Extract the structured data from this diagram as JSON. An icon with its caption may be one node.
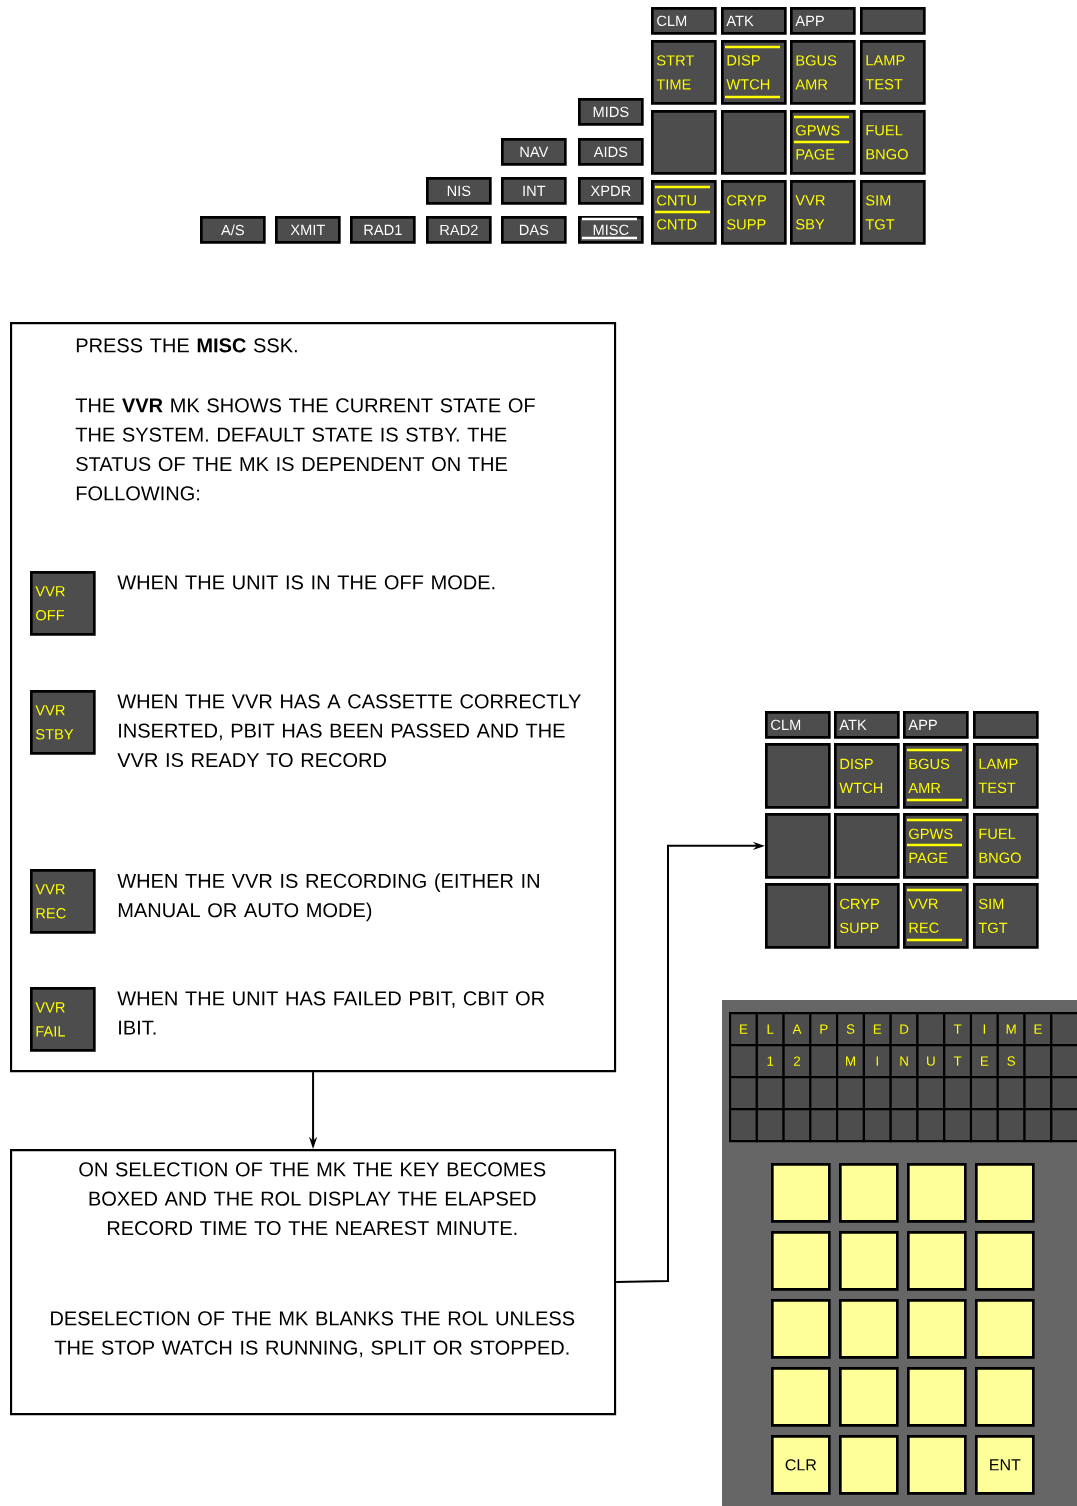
{
  "diagram": {
    "nodes": [
      {
        "text": [
          "CLM"
        ]
      },
      {
        "text": [
          "ATK"
        ]
      },
      {
        "text": [
          "APP"
        ]
      },
      {
        "text": [],
        "shape": "box"
      },
      {
        "text": [
          "STRT TIME"
        ]
      },
      {
        "text": [
          "DISP WTCH"
        ]
      },
      {
        "text": [
          "BGUS AMR"
        ]
      },
      {
        "text": [
          "LAMP TEST"
        ]
      },
      {
        "text": [],
        "shape": "box"
      },
      {
        "text": [],
        "shape": "box"
      },
      {
        "text": [
          "GPWS PAGE"
        ]
      },
      {
        "text": [
          "FUEL BNGO"
        ]
      },
      {
        "text": [
          "CNTU CNTD"
        ]
      },
      {
        "text": [
          "CRYP SUPP"
        ]
      },
      {
        "text": [
          "VVR SBY"
        ]
      },
      {
        "text": [
          "SIM TGT"
        ]
      },
      {
        "text": [
          "MIDS"
        ]
      },
      {
        "text": [
          "NAV"
        ]
      },
      {
        "text": [
          "AIDS"
        ]
      },
      {
        "text": [
          "NIS"
        ]
      },
      {
        "text": [
          "INT"
        ]
      },
      {
        "text": [
          "XPDR"
        ]
      },
      {
        "text": [
          "A/S"
        ]
      },
      {
        "text": [
          "XMIT"
        ]
      },
      {
        "text": [
          "RAD1"
        ]
      },
      {
        "text": [
          "RAD2"
        ]
      },
      {
        "text": [
          "DAS"
        ]
      },
      {
        "text": [
          "MISC"
        ]
      },
      {
        "text": [
          "PRESS THE **MISC** SSK.",
          "THE **VVR** MK SHOWS THE CURRENT STATE OF THE SYSTEM. DEFAULT STATE IS STBY. THE STATUS OF THE MK IS DEPENDENT ON THE FOLLOWING:"
        ]
      },
      {
        "text": [
          "VVR OFF"
        ],
        "in": 28,
        "beside": [
          "WHEN THE UNIT IS IN THE OFF MODE."
        ]
      },
      {
        "text": [
          "VVR STBY"
        ],
        "in": 28,
        "beside": [
          "WHEN THE VVR HAS A CASSETTE CORRECTLY INSERTED, PBIT HAS BEEN PASSED AND THE VVR IS READY TO RECORD"
        ]
      },
      {
        "text": [
          "VVR REC"
        ],
        "in": 28,
        "beside": [
          "WHEN THE VVR IS RECORDING (EITHER IN MANUAL OR AUTO MODE)"
        ]
      },
      {
        "text": [
          "VVR FAIL"
        ],
        "in": 28,
        "beside": [
          "WHEN THE UNIT HAS FAILED PBIT, CBIT OR IBIT."
        ]
      },
      {
        "text": [
          "CLM"
        ]
      },
      {
        "text": [
          "ATK"
        ]
      },
      {
        "text": [
          "APP"
        ]
      },
      {
        "text": [],
        "shape": "box"
      },
      {
        "text": [],
        "shape": "box"
      },
      {
        "text": [
          "DISP WTCH"
        ]
      },
      {
        "text": [
          "BGUS AMR"
        ]
      },
      {
        "text": [
          "LAMP TEST"
        ]
      },
      {
        "text": [],
        "shape": "box"
      },
      {
        "text": [],
        "shape": "box"
      },
      {
        "text": [
          "GPWS PAGE"
        ]
      },
      {
        "text": [
          "FUEL BNGO"
        ]
      },
      {
        "text": [],
        "shape": "box"
      },
      {
        "text": [
          "CRYP SUPP"
        ]
      },
      {
        "text": [
          "VVR REC"
        ]
      },
      {
        "text": [
          "SIM TGT"
        ]
      },
      {
        "text": [
          "ON SELECTION OF THE MK THE KEY BECOMES BOXED AND THE ROL DISPLAY THE ELAPSED RECORD TIME TO THE NEAREST MINUTE.",
          "DESELECTION OF THE MK BLANKS THE ROL UNLESS THE STOP WATCH IS RUNNING, SPLIT OR STOPPED."
        ]
      },
      {
        "text": [],
        "shape": "box"
      },
      {
        "text": [
          "E"
        ],
        "in": 50
      },
      {
        "text": [
          "L"
        ],
        "in": 50
      },
      {
        "text": [
          "A"
        ],
        "in": 50
      },
      {
        "text": [
          "P"
        ],
        "in": 50
      },
      {
        "text": [
          "S"
        ],
        "in": 50
      },
      {
        "text": [
          "E"
        ],
        "in": 50
      },
      {
        "text": [
          "D"
        ],
        "in": 50
      },
      {
        "text": [],
        "shape": "box",
        "in": 50
      },
      {
        "text": [
          "T"
        ],
        "in": 50
      },
      {
        "text": [
          "I"
        ],
        "in": 50
      },
      {
        "text": [
          "M"
        ],
        "in": 50
      },
      {
        "text": [
          "E"
        ],
        "in": 50
      },
      {
        "text": [],
        "shape": "box",
        "in": 50
      },
      {
        "text": [],
        "shape": "box",
        "in": 50
      },
      {
        "text": [
          "1"
        ],
        "in": 50
      },
      {
        "text": [
          "2"
        ],
        "in": 50
      },
      {
        "text": [],
        "shape": "box",
        "in": 50
      },
      {
        "text": [
          "M"
        ],
        "in": 50
      },
      {
        "text": [
          "I"
        ],
        "in": 50
      },
      {
        "text": [
          "N"
        ],
        "in": 50
      },
      {
        "text": [
          "U"
        ],
        "in": 50
      },
      {
        "text": [
          "T"
        ],
        "in": 50
      },
      {
        "text": [
          "E"
        ],
        "in": 50
      },
      {
        "text": [
          "S"
        ],
        "in": 50
      },
      {
        "text": [],
        "shape": "box",
        "in": 50
      },
      {
        "text": [],
        "shape": "box",
        "in": 50
      },
      {
        "text": [],
        "shape": "box",
        "in": 50
      },
      {
        "text": [],
        "shape": "box",
        "in": 50
      },
      {
        "text": [],
        "shape": "box",
        "in": 50
      },
      {
        "text": [],
        "shape": "box",
        "in": 50
      },
      {
        "text": [],
        "shape": "box",
        "in": 50
      },
      {
        "text": [],
        "shape": "box",
        "in": 50
      },
      {
        "text": [],
        "shape": "box",
        "in": 50
      },
      {
        "text": [],
        "shape": "box",
        "in": 50
      },
      {
        "text": [],
        "shape": "box",
        "in": 50
      },
      {
        "text": [],
        "shape": "box",
        "in": 50
      },
      {
        "text": [],
        "shape": "box",
        "in": 50
      },
      {
        "text": [],
        "shape": "box",
        "in": 50
      },
      {
        "text": [],
        "shape": "box",
        "in": 50
      },
      {
        "text": [],
        "shape": "box",
        "in": 50
      },
      {
        "text": [],
        "shape": "box",
        "in": 50
      },
      {
        "text": [],
        "shape": "box",
        "in": 50
      },
      {
        "text": [],
        "shape": "box",
        "in": 50
      },
      {
        "text": [],
        "shape": "box",
        "in": 50
      },
      {
        "text": [],
        "shape": "box",
        "in": 50
      },
      {
        "text": [],
        "shape": "box",
        "in": 50
      },
      {
        "text": [],
        "shape": "box",
        "in": 50
      },
      {
        "text": [],
        "shape": "box",
        "in": 50
      },
      {
        "text": [],
        "shape": "box",
        "in": 50
      },
      {
        "text": [],
        "shape": "box",
        "in": 50
      },
      {
        "text": [],
        "shape": "box",
        "in": 50
      },
      {
        "text": [],
        "shape": "box",
        "in": 50
      },
      {
        "text": [],
        "shape": "box",
        "in": 50
      },
      {
        "text": [],
        "shape": "box",
        "in": 50
      },
      {
        "text": [],
        "shape": "box",
        "in": 50
      },
      {
        "text": [],
        "shape": "box",
        "in": 50
      },
      {
        "text": [],
        "shape": "box",
        "in": 50
      },
      {
        "text": [],
        "shape": "box",
        "in": 50
      },
      {
        "text": [],
        "shape": "box",
        "in": 50
      },
      {
        "text": [],
        "shape": "box",
        "in": 50
      },
      {
        "text": [],
        "shape": "box",
        "in": 50
      },
      {
        "text": [],
        "shape": "box",
        "in": 50
      },
      {
        "text": [],
        "shape": "box",
        "in": 50
      },
      {
        "text": [],
        "shape": "box",
        "in": 50
      },
      {
        "text": [],
        "shape": "box",
        "in": 50
      },
      {
        "text": [],
        "shape": "box",
        "in": 50
      },
      {
        "text": [],
        "shape": "box",
        "in": 50
      },
      {
        "text": [],
        "shape": "box",
        "in": 50
      },
      {
        "text": [
          "CLR"
        ],
        "in": 50
      },
      {
        "text": [],
        "shape": "box",
        "in": 50
      },
      {
        "text": [],
        "shape": "box",
        "in": 50
      },
      {
        "text": [
          "ENT"
        ],
        "in": 50
      }
    ],
    "edges": [
      {
        "from": 28,
        "to": 49,
        "arrow": "to"
      },
      {
        "from": 49,
        "to": 41,
        "arrow": "to"
      }
    ]
  }
}
